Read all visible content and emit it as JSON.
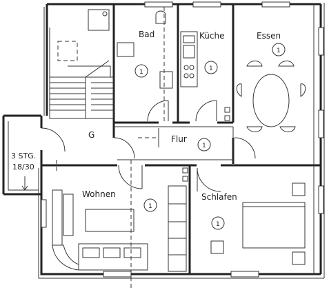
{
  "rooms": {
    "bad": {
      "label": "Bad",
      "marker": "1"
    },
    "kueche": {
      "label": "Küche",
      "marker": "1"
    },
    "essen": {
      "label": "Essen",
      "marker": "1"
    },
    "flur": {
      "label": "Flur",
      "marker": "1"
    },
    "wohnen": {
      "label": "Wohnen",
      "marker": "1"
    },
    "schlafen": {
      "label": "Schlafen",
      "marker": "1"
    },
    "stair_hall": {
      "label": "G"
    }
  },
  "stair": {
    "label_line1": "3 STG.",
    "label_line2": "18/30"
  }
}
